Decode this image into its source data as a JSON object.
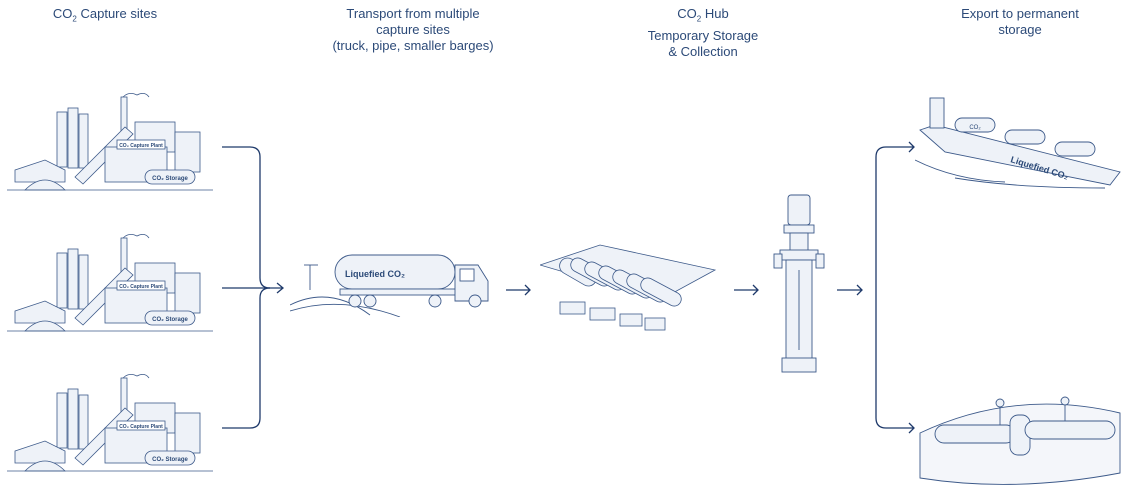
{
  "headers": {
    "capture": {
      "prefix": "CO",
      "sub": "2",
      "rest": " Capture sites"
    },
    "transport": {
      "line1": "Transport from multiple",
      "line2": "capture sites",
      "line3": "(truck, pipe, smaller barges)"
    },
    "hub": {
      "prefix": "CO",
      "sub": "2",
      "rest": " Hub",
      "line2": "Temporary Storage",
      "line3": "& Collection"
    },
    "export": {
      "line1": "Export to permanent",
      "line2": "storage"
    }
  },
  "labels": {
    "plant": "CO₂ Capture Plant",
    "storage": "CO₂ Storage",
    "truck_tank": "Liquefied CO₂",
    "ship": "Liquefied CO₂",
    "ship_tank": "CO₂"
  },
  "colors": {
    "text": "#2c4a78",
    "line": "#1f3a6b",
    "sketch": "#3d5a8a",
    "fill": "#eef2f8"
  }
}
